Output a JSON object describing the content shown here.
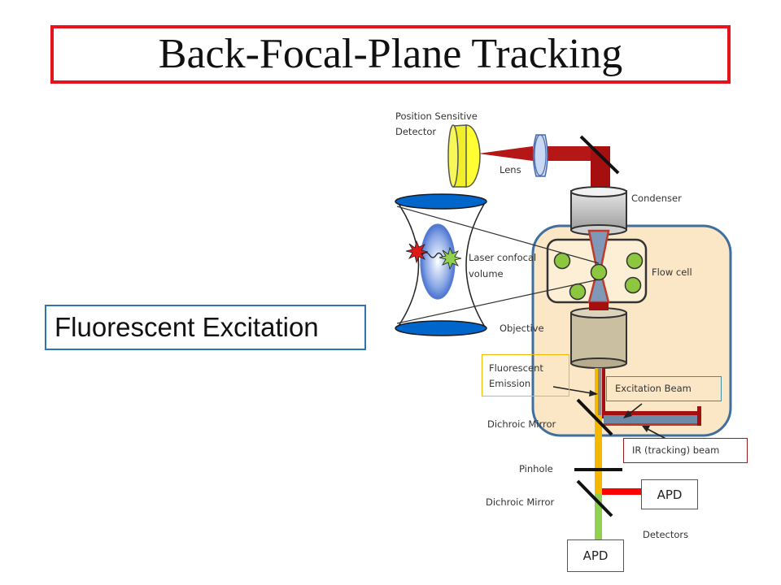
{
  "title": "Back-Focal-Plane Tracking",
  "side_label": "Fluorescent Excitation",
  "labels": {
    "psd_line1": "Position Sensitive",
    "psd_line2": "Detector",
    "lens": "Lens",
    "condenser": "Condenser",
    "laser_line1": "Laser confocal",
    "laser_line2": "volume",
    "flow_cell": "Flow cell",
    "objective": "Objective",
    "fluor_line1": "Fluorescent",
    "fluor_line2": "Emission",
    "excitation_beam": "Excitation Beam",
    "dichroic_1": "Dichroic Mirror",
    "ir_beam": "IR (tracking) beam",
    "pinhole": "Pinhole",
    "dichroic_2": "Dichroic Mirror",
    "detectors": "Detectors",
    "apd_right": "APD",
    "apd_bottom": "APD"
  },
  "colors": {
    "title_border": "#e8121c",
    "side_border": "#2e74b5",
    "ir_beam": "#a50f0f",
    "emission": "#f5b800",
    "flow_cell_fill": "#fbe7c6",
    "flow_cell_border": "#3e6f9f",
    "excitation_border": "#3e8fa8",
    "ir_box_border": "#9b1c1c",
    "fluor_box_border": "#f5b800"
  }
}
